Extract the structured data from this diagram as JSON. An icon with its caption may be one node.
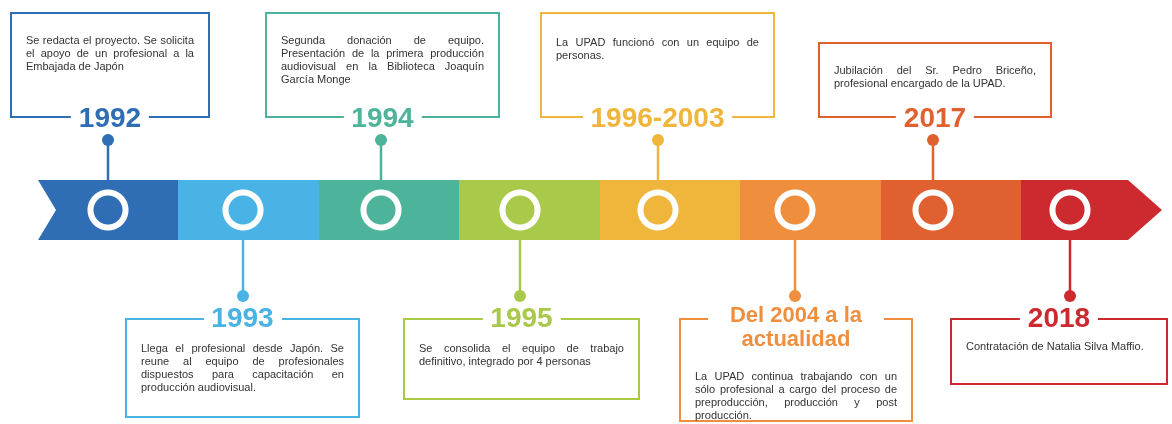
{
  "diagram": {
    "nodes": [
      {
        "text": [],
        "shape": "bar"
      },
      {
        "text": [],
        "shape": "circle",
        "in": 0
      },
      {
        "text": [],
        "shape": "circle",
        "in": 0
      },
      {
        "text": [],
        "shape": "circle",
        "in": 0
      },
      {
        "text": [],
        "shape": "circle",
        "in": 0
      },
      {
        "text": [],
        "shape": "circle",
        "in": 0
      },
      {
        "text": [],
        "shape": "circle",
        "in": 0
      },
      {
        "text": [],
        "shape": "circle",
        "in": 0
      },
      {
        "text": [],
        "shape": "circle",
        "in": 0
      },
      {
        "text": [
          "Se redacta el proyecto. Se solicita el apoyo de un profesional a la Embajada de Japón",
          "1992"
        ]
      },
      {
        "text": [
          "1993",
          "Llega el profesional desde Japón. Se reune al equipo de profesionales dispuestos para capacitación en producción audiovisual."
        ]
      },
      {
        "text": [
          "Segunda donación de equipo. Presentación de la primera producción audiovisual en la Biblioteca Joaquín García Monge",
          "1994"
        ]
      },
      {
        "text": [
          "1995",
          "Se consolida el equipo de trabajo definitivo, integrado por 4 personas"
        ]
      },
      {
        "text": [
          "La UPAD funcionó con un equipo de personas.",
          "1996-2003"
        ]
      },
      {
        "text": [
          "Del 2004 a la actualidad",
          "La UPAD continua trabajando con un sólo profesional a cargo del proceso de preproducción, producción y post producción."
        ]
      },
      {
        "text": [
          "Jubilación del Sr. Pedro Briceño, profesional encargado de la UPAD.",
          "2017"
        ]
      },
      {
        "text": [
          "2018",
          "Contratación de Natalia Silva Maffio."
        ]
      }
    ],
    "edges": [
      {
        "from": 9,
        "to": 1,
        "arrow": "other",
        "color": "#2f6db5"
      },
      {
        "from": 10,
        "to": 2,
        "arrow": "other",
        "color": "#4ab3e6"
      },
      {
        "from": 11,
        "to": 3,
        "arrow": "other",
        "color": "#4db39a"
      },
      {
        "from": 12,
        "to": 4,
        "arrow": "other",
        "color": "#a9c94a"
      },
      {
        "from": 13,
        "to": 5,
        "arrow": "other",
        "color": "#f0b63c"
      },
      {
        "from": 14,
        "to": 6,
        "arrow": "other",
        "color": "#ef8f3e"
      },
      {
        "from": 15,
        "to": 7,
        "arrow": "other",
        "color": "#e0612f"
      },
      {
        "from": 16,
        "to": 8,
        "arrow": "other",
        "color": "#cc2a2f"
      }
    ]
  }
}
